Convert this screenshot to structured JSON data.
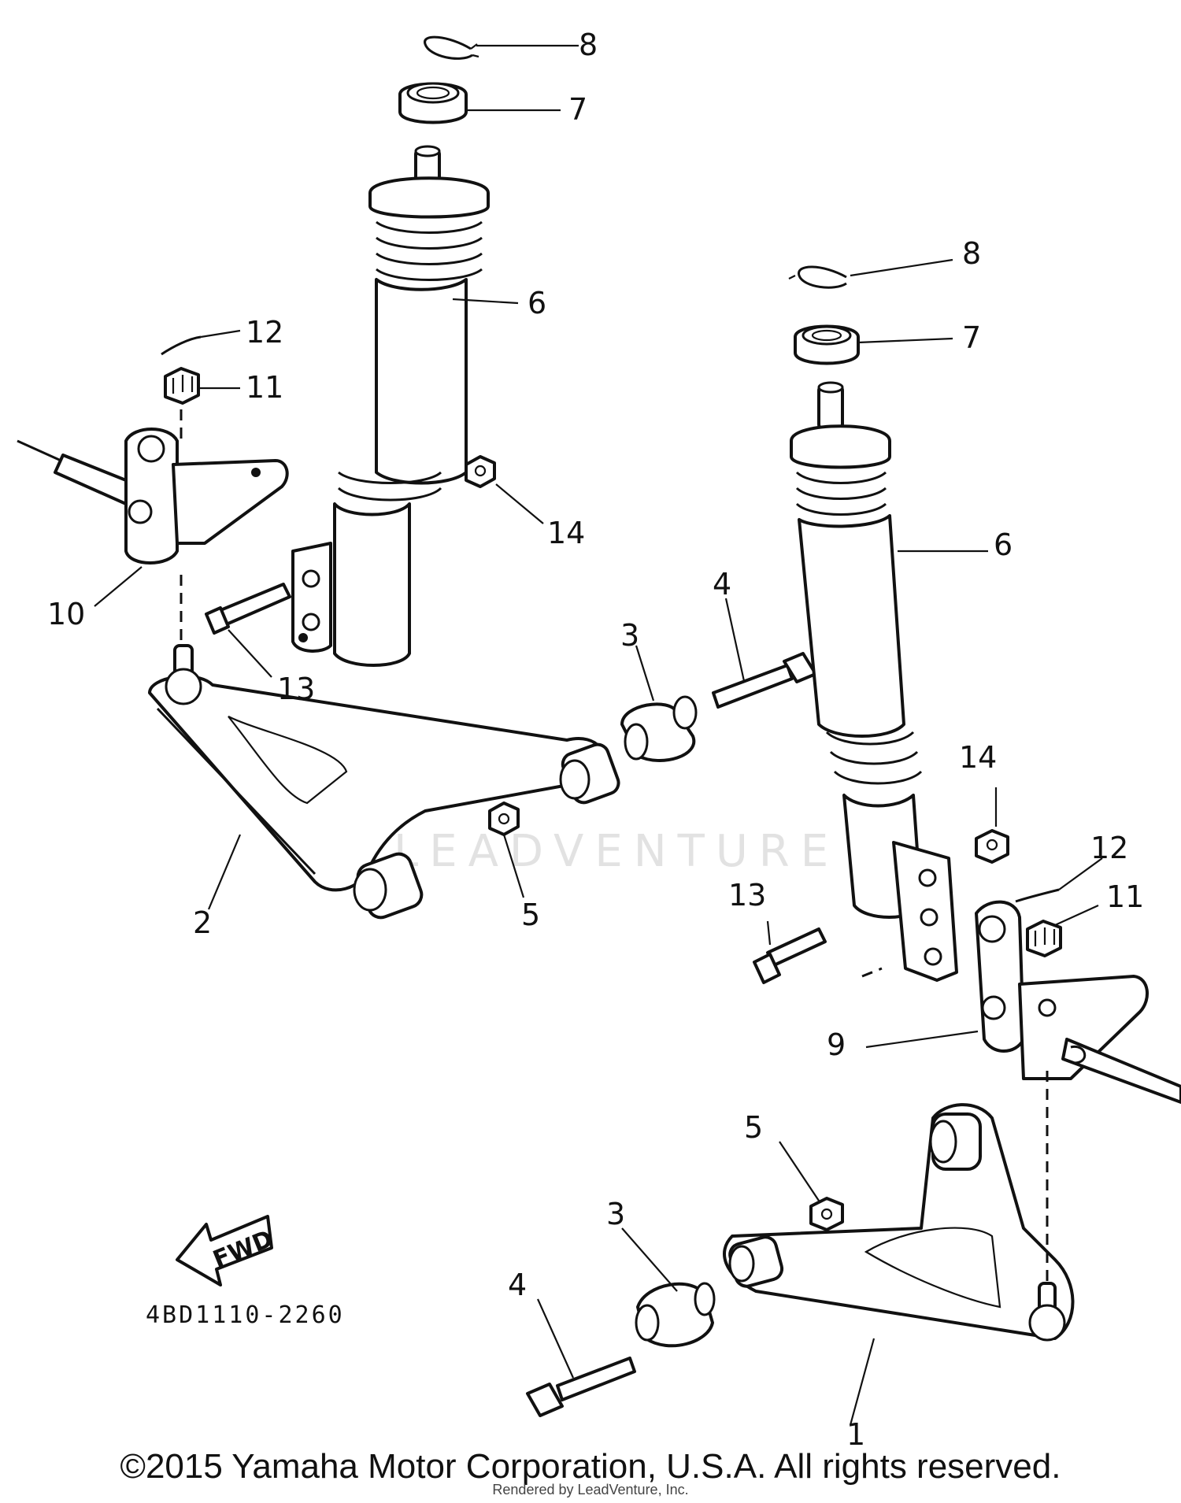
{
  "diagram": {
    "part_code": "4BD1110-2260",
    "fwd_label": "FWD",
    "watermark": "LEADVENTURE",
    "callouts": {
      "p1": "1",
      "p2": "2",
      "p3a": "3",
      "p3b": "3",
      "p4a": "4",
      "p4b": "4",
      "p5a": "5",
      "p5b": "5",
      "p6a": "6",
      "p6b": "6",
      "p7a": "7",
      "p7b": "7",
      "p8a": "8",
      "p8b": "8",
      "p9": "9",
      "p10": "10",
      "p11a": "11",
      "p11b": "11",
      "p12a": "12",
      "p12b": "12",
      "p13a": "13",
      "p13b": "13",
      "p14a": "14",
      "p14b": "14"
    }
  },
  "footer": {
    "copyright": "©2015 Yamaha Motor Corporation, U.S.A. All rights reserved.",
    "rendered_by": "Rendered by LeadVenture, Inc."
  }
}
